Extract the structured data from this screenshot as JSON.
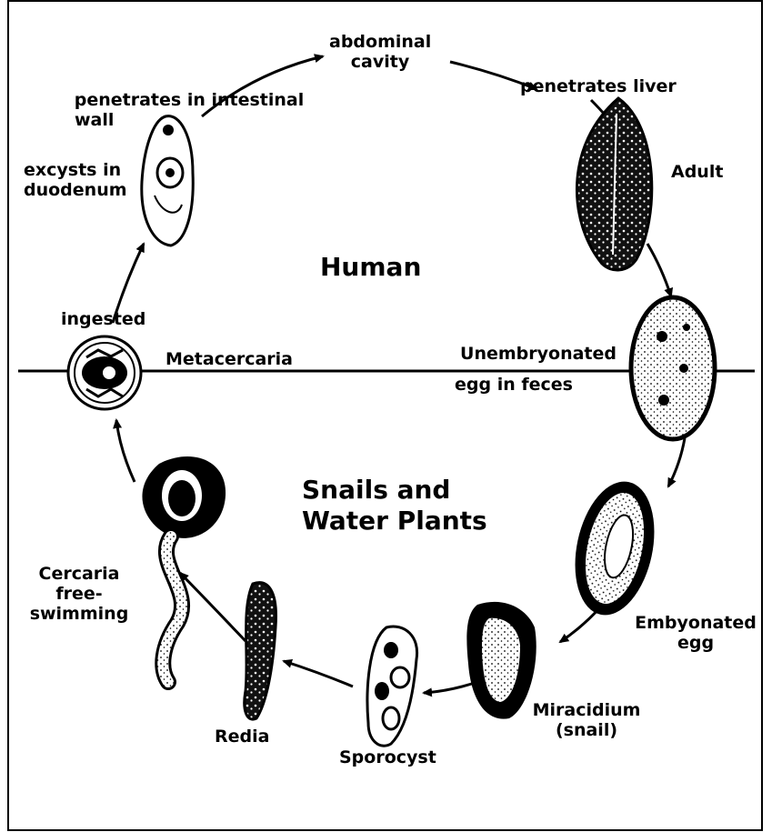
{
  "colors": {
    "ink": "#000000",
    "paper": "#ffffff"
  },
  "regions": {
    "human": "Human",
    "snails_line1": "Snails and",
    "snails_line2": "Water Plants"
  },
  "stages": {
    "abdominal_cavity": [
      "abdominal",
      "cavity"
    ],
    "penetrates_liver": "penetrates liver",
    "adult": "Adult",
    "unembryonated_egg": [
      "Unembryonated",
      "egg in feces"
    ],
    "embryonated_egg": [
      "Embyonated",
      "egg"
    ],
    "miracidium": [
      "Miracidium",
      "(snail)"
    ],
    "sporocyst": "Sporocyst",
    "redia": "Redia",
    "cercaria": [
      "Cercaria",
      "free-",
      "swimming"
    ],
    "metacercaria": "Metacercaria",
    "ingested": "ingested",
    "excysts": [
      "excysts in",
      "duodenum"
    ],
    "penetrates_intestinal": [
      "penetrates in intestinal",
      "wall"
    ]
  },
  "icons": [
    "adult-fluke-icon",
    "unembryonated-egg-icon",
    "embryonated-egg-icon",
    "miracidium-icon",
    "sporocyst-icon",
    "redia-icon",
    "cercaria-icon",
    "metacercaria-cyst-icon",
    "excysted-fluke-icon"
  ]
}
